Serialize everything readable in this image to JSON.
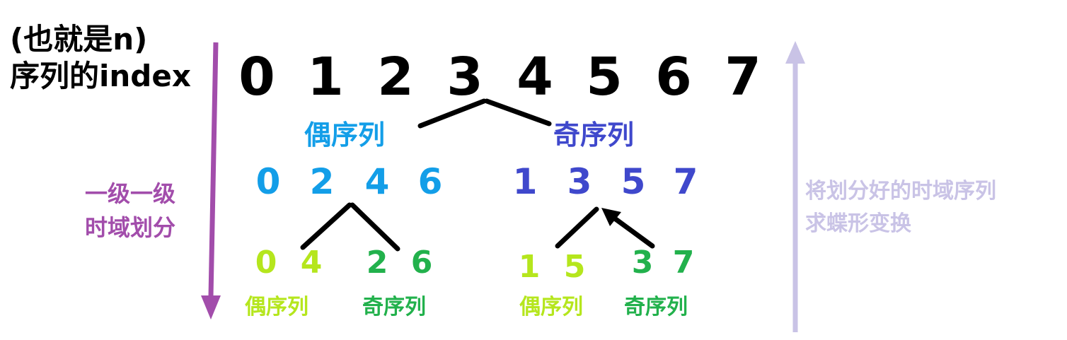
{
  "index_label": [
    "(也就是n)",
    "序列的index"
  ],
  "top_indices": [
    "0",
    "1",
    "2",
    "3",
    "4",
    "5",
    "6",
    "7"
  ],
  "level1": {
    "even_label": "偶序列",
    "odd_label": "奇序列",
    "even_values": [
      "0",
      "2",
      "4",
      "6"
    ],
    "odd_values": [
      "1",
      "3",
      "5",
      "7"
    ]
  },
  "level2": {
    "groups": [
      {
        "values": [
          "0",
          "4"
        ],
        "label": "偶序列"
      },
      {
        "values": [
          "2",
          "6"
        ],
        "label": "奇序列"
      },
      {
        "values": [
          "1",
          "5"
        ],
        "label": "偶序列"
      },
      {
        "values": [
          "3",
          "7"
        ],
        "label": "奇序列"
      }
    ]
  },
  "left_arrow_label": [
    "一级一级",
    "时域划分"
  ],
  "right_arrow_label": [
    "将划分好的时域序列",
    "求蝶形变换"
  ],
  "colors": {
    "black": "#000000",
    "purple": "#a24dab",
    "lavender": "#c9c3e6",
    "sky_blue": "#139ee8",
    "indigo": "#3f48cc",
    "lime": "#b5e61d",
    "green": "#22b14c"
  }
}
